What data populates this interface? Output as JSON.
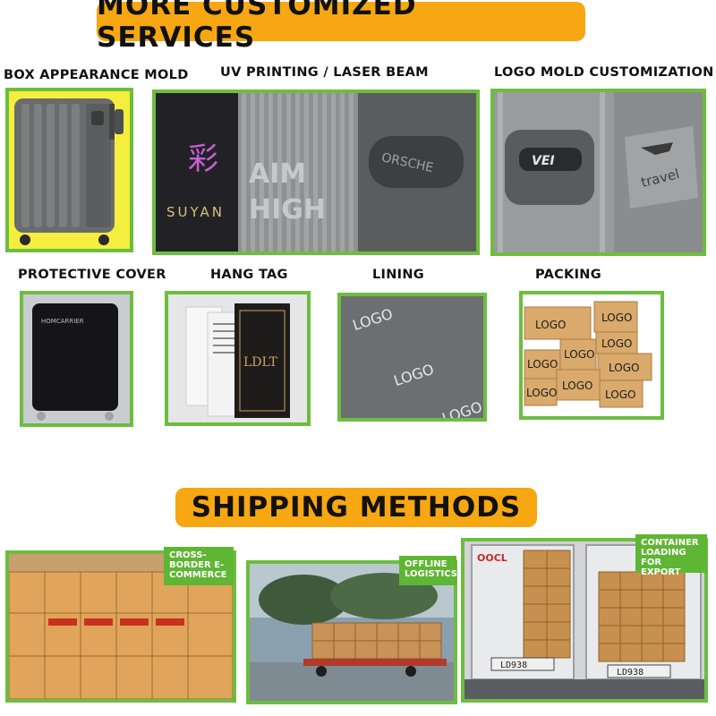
{
  "headers": {
    "services_title": "MORE CUSTOMIZED SERVICES",
    "shipping_title": "SHIPPING METHODS"
  },
  "services": {
    "box_mold": {
      "label": "BOX APPEARANCE MOLD"
    },
    "uv_printing": {
      "label": "UV PRINTING  / LASER BEAM",
      "text_suyan": "SUYAN",
      "text_aim": "AIM",
      "text_high": "HIGH",
      "text_emblem": "ORSCHE"
    },
    "logo_mold": {
      "label": "LOGO MOLD CUSTOMIZATION",
      "badge_text": "VEI",
      "plate_text": "travel"
    },
    "protective_cover": {
      "label": "PROTECTIVE COVER",
      "brand_text": "HOMCARRIER"
    },
    "hang_tag": {
      "label": "HANG TAG",
      "tag_text": "LDLT"
    },
    "lining": {
      "label": "LINING",
      "logo_texts": [
        "LOGO",
        "LOGO",
        "LOGO"
      ]
    },
    "packing": {
      "label": "PACKING",
      "logo_texts": [
        "LOGO",
        "LOGO",
        "LOGO",
        "LOGO",
        "LOGO",
        "LOGO",
        "LOGO",
        "LOGO",
        "LOGO"
      ]
    }
  },
  "shipping": {
    "cross_border": {
      "tag_lines": [
        "CROSS-",
        "BORDER E-",
        "COMMERCE"
      ]
    },
    "offline": {
      "tag_lines": [
        "OFFLINE",
        "LOGISTICS"
      ]
    },
    "container": {
      "tag_lines": [
        "CONTAINER",
        "LOADING",
        "FOR EXPORT"
      ],
      "container_brand": "OOCL",
      "plate_text": "LD938"
    }
  },
  "colors": {
    "banner": "#f7a711",
    "frame_green": "#6dbd3f",
    "tag_green": "#5fb534",
    "box_kraft": "#d9aa6c"
  }
}
